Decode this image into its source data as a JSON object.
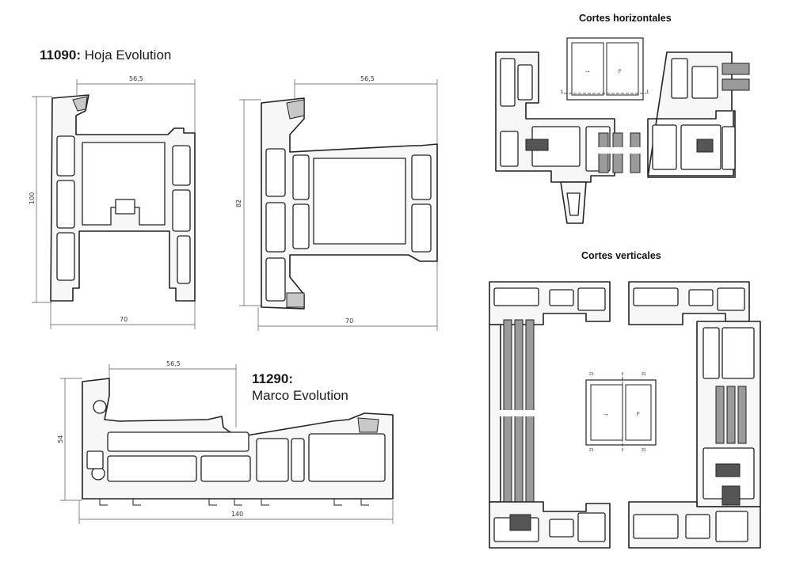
{
  "profiles": [
    {
      "code": "11090:",
      "name": "Hoja Evolution"
    },
    {
      "code": "11290:",
      "name": "Marco Evolution"
    }
  ],
  "sections": {
    "horizontal": "Cortes horizontales",
    "vertical": "Cortes verticales"
  },
  "dimensions": {
    "hoja_width_top": "56,5",
    "hoja_height": "100",
    "hoja_width_bottom": "70",
    "hoja2_width_top": "56,5",
    "hoja2_height": "82",
    "hoja2_width_bottom": "70",
    "marco_width_top": "56,5",
    "marco_height": "54",
    "marco_width_bottom": "140"
  },
  "window_labels": {
    "arrow": "→",
    "fixed": "F"
  },
  "small_labels": [
    "1",
    "1",
    "21",
    "21",
    "21",
    "21"
  ]
}
